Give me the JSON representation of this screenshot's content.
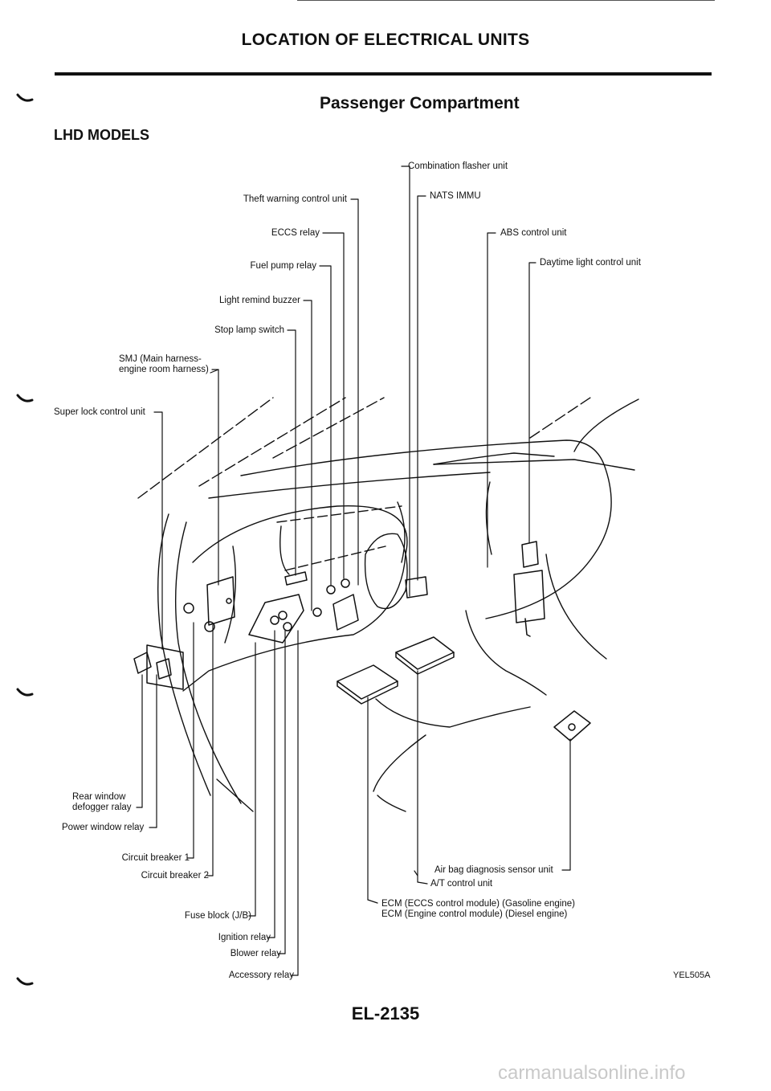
{
  "header": {
    "title": "LOCATION OF ELECTRICAL UNITS",
    "subtitle": "Passenger Compartment",
    "models": "LHD MODELS"
  },
  "labels": {
    "combination_flasher": "Combination flasher unit",
    "theft_warning": "Theft warning control unit",
    "nats_immu": "NATS IMMU",
    "eccs_relay": "ECCS relay",
    "abs_control": "ABS control unit",
    "fuel_pump_relay": "Fuel pump relay",
    "daytime_light": "Daytime light control unit",
    "light_remind": "Light remind buzzer",
    "stop_lamp": "Stop lamp switch",
    "smj_line1": "SMJ (Main harness-",
    "smj_line2": "engine room harness)",
    "super_lock": "Super lock control unit",
    "rear_defogger_line1": "Rear window",
    "rear_defogger_line2": "defogger ralay",
    "power_window": "Power window relay",
    "circuit_breaker_1": "Circuit breaker 1",
    "circuit_breaker_2": "Circuit breaker 2",
    "fuse_block": "Fuse block (J/B)",
    "ignition_relay": "Ignition relay",
    "blower_relay": "Blower relay",
    "accessory_relay": "Accessory relay",
    "airbag_sensor": "Air bag diagnosis sensor unit",
    "at_control": "A/T control unit",
    "ecm_gasoline": "ECM (ECCS control module) (Gasoline engine)",
    "ecm_diesel": "ECM (Engine control module) (Diesel engine)"
  },
  "footer": {
    "figure_code": "YEL505A",
    "page_number": "EL-2135",
    "watermark": "carmanualsonline.info"
  }
}
